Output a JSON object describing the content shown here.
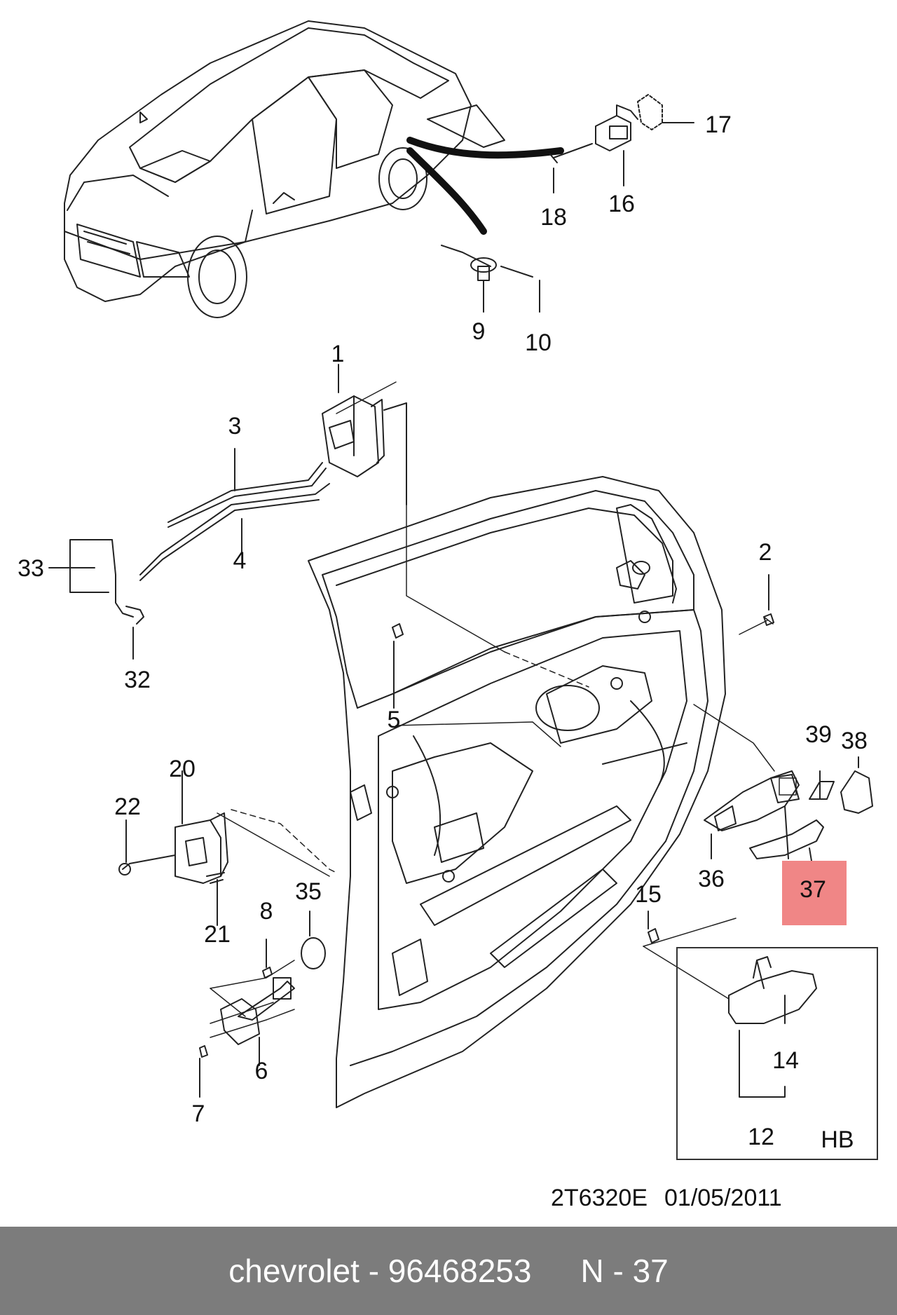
{
  "diagram": {
    "callouts": [
      {
        "id": "1",
        "text": "1"
      },
      {
        "id": "2",
        "text": "2"
      },
      {
        "id": "3",
        "text": "3"
      },
      {
        "id": "4",
        "text": "4"
      },
      {
        "id": "5",
        "text": "5"
      },
      {
        "id": "6",
        "text": "6"
      },
      {
        "id": "7",
        "text": "7"
      },
      {
        "id": "8",
        "text": "8"
      },
      {
        "id": "9",
        "text": "9"
      },
      {
        "id": "10",
        "text": "10"
      },
      {
        "id": "12",
        "text": "12"
      },
      {
        "id": "14",
        "text": "14"
      },
      {
        "id": "15",
        "text": "15"
      },
      {
        "id": "16",
        "text": "16"
      },
      {
        "id": "17",
        "text": "17"
      },
      {
        "id": "18",
        "text": "18"
      },
      {
        "id": "20",
        "text": "20"
      },
      {
        "id": "21",
        "text": "21"
      },
      {
        "id": "22",
        "text": "22"
      },
      {
        "id": "32",
        "text": "32"
      },
      {
        "id": "33",
        "text": "33"
      },
      {
        "id": "35",
        "text": "35"
      },
      {
        "id": "36",
        "text": "36"
      },
      {
        "id": "37",
        "text": "37"
      },
      {
        "id": "38",
        "text": "38"
      },
      {
        "id": "39",
        "text": "39"
      }
    ],
    "variant_box_label": "HB",
    "highlighted_part": "37",
    "highlight_color": "#f08686",
    "drawing_code": "2T6320E",
    "drawing_date": "01/05/2011"
  },
  "footer": {
    "part_label": "chevrolet - 96468253",
    "ref_label": "N - 37",
    "background": "#7c7c7c"
  }
}
